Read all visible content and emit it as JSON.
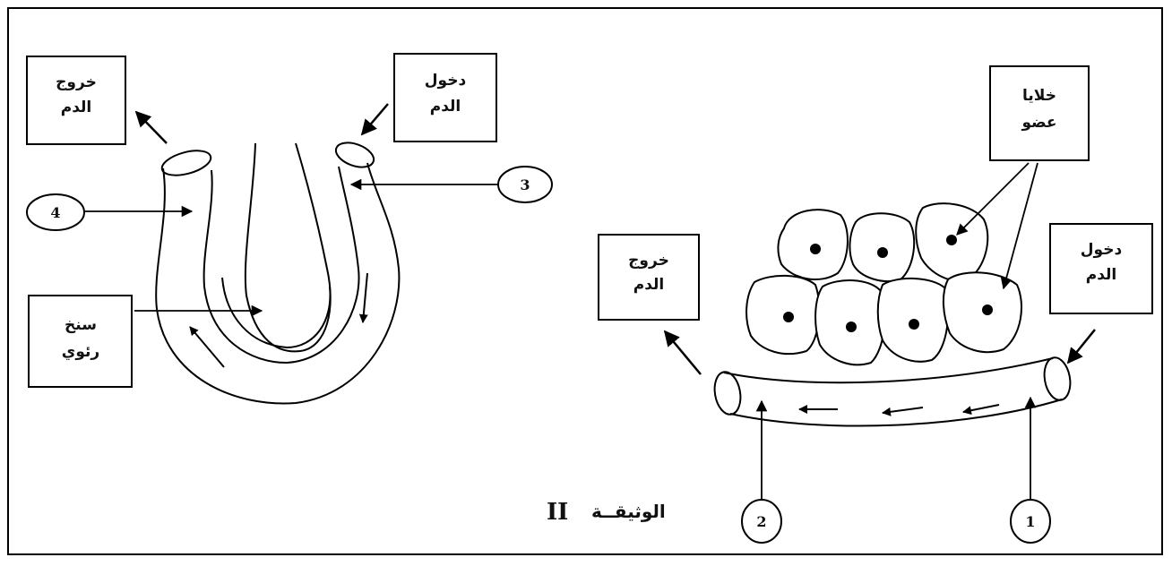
{
  "labels": {
    "blood_exit_left": [
      "خروج",
      "الدم"
    ],
    "blood_entry_left": [
      "دخول",
      "الدم"
    ],
    "glomerulus": [
      "سنخ",
      "رئوي"
    ],
    "organ_cells": [
      "خلايا",
      "عضو"
    ],
    "blood_exit_right": [
      "خروج",
      "الدم"
    ],
    "blood_entry_right": [
      "دخول",
      "الدم"
    ]
  },
  "numbers": {
    "n1": "1",
    "n2": "2",
    "n3": "3",
    "n4": "4"
  },
  "caption": {
    "text": "الوثيقــة",
    "roman": "II"
  }
}
